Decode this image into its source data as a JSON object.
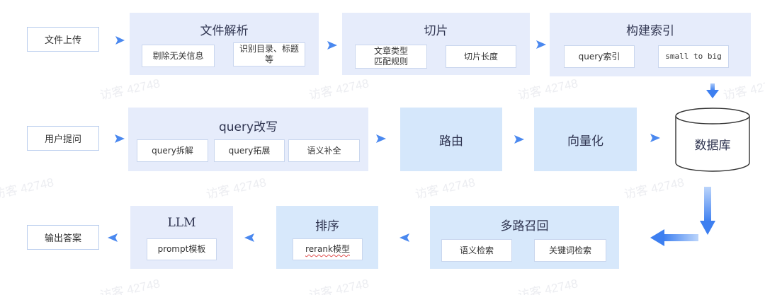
{
  "row1": {
    "start": "文件上传",
    "parse": {
      "title": "文件解析",
      "items": [
        "剔除无关信息",
        "识别目录、标题等"
      ]
    },
    "chunk": {
      "title": "切片",
      "items": [
        "文章类型匹配规则",
        "切片长度"
      ]
    },
    "index": {
      "title": "构建索引",
      "items": [
        "query索引",
        "small to big"
      ]
    }
  },
  "row2": {
    "start": "用户提问",
    "rewrite": {
      "title": "query改写",
      "items": [
        "query拆解",
        "query拓展",
        "语义补全"
      ]
    },
    "route": "路由",
    "vectorize": "向量化",
    "database": "数据库"
  },
  "row3": {
    "start": "输出答案",
    "llm": {
      "title": "LLM",
      "items": [
        "prompt模板"
      ]
    },
    "rank": {
      "title": "排序",
      "items": [
        "rerank模型"
      ]
    },
    "recall": {
      "title": "多路召回",
      "items": [
        "语义检索",
        "关键词检索"
      ]
    }
  },
  "watermark": "访客 42748",
  "colors": {
    "panel": "#e6ecfb",
    "panel_blue": "#d7e8fb",
    "arrow": "#3d7ff0",
    "chip_border": "#c9d6ee"
  }
}
